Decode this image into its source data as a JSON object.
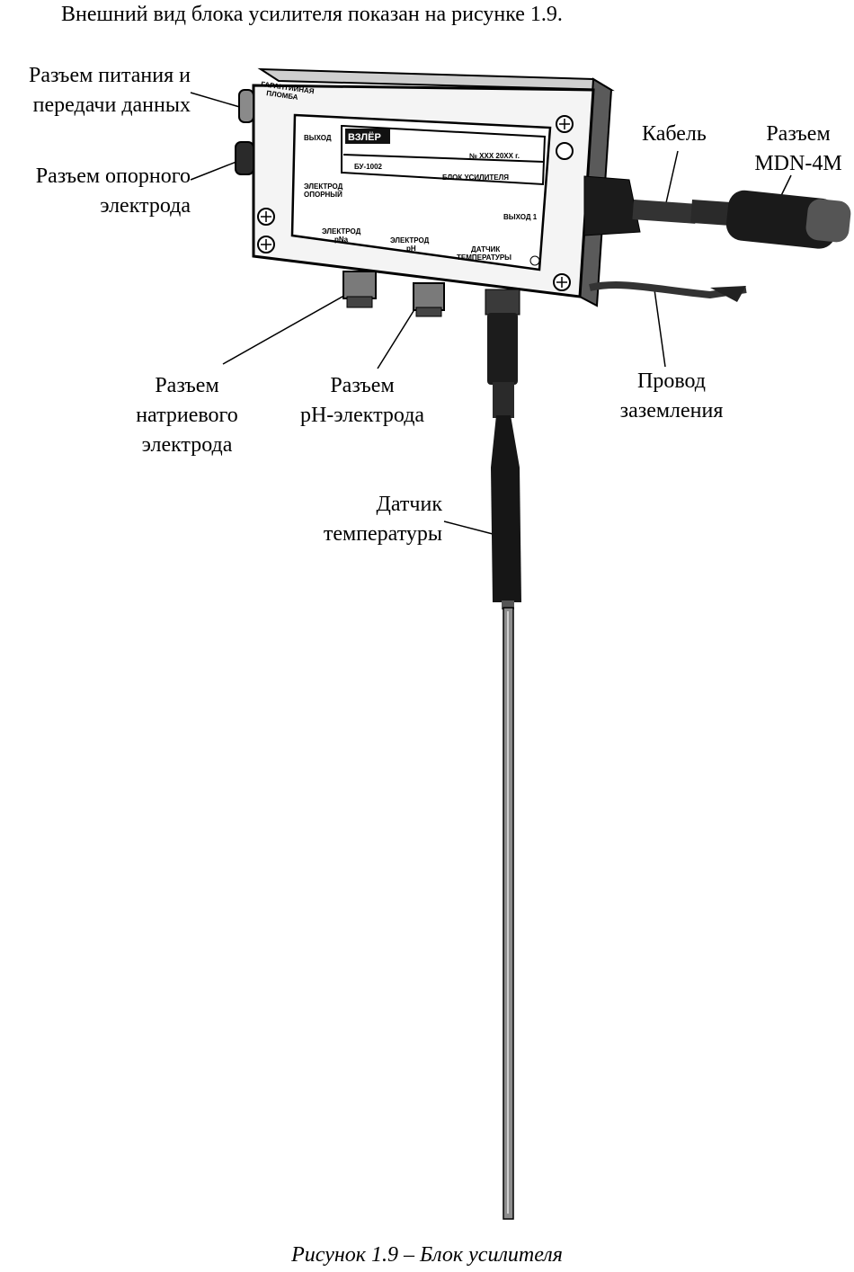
{
  "intro": "Внешний вид блока усилителя показан на рисунке 1.9.",
  "labels": {
    "power_connector": [
      "Разъем питания и",
      "передачи данных"
    ],
    "reference_connector": [
      "Разъем опорного",
      "электрода"
    ],
    "cable": "Кабель",
    "mdn_connector": [
      "Разъем",
      "MDN-4M"
    ],
    "sodium_connector": [
      "Разъем",
      "натриевого",
      "электрода"
    ],
    "ph_connector": [
      "Разъем",
      "pH-электрода"
    ],
    "ground_wire": [
      "Провод",
      "заземления"
    ],
    "temp_sensor": [
      "Датчик",
      "температуры"
    ]
  },
  "plate": {
    "seal": [
      "ГАРАНТИЙНАЯ",
      "ПЛОМБА"
    ],
    "output": "ВЫХОД",
    "brand": "ВЗЛЁР",
    "serial": "№ XXX  20XX г.",
    "model": "БУ-1002",
    "unit_name": "БЛОК УСИЛИТЕЛЯ",
    "reference": [
      "ЭЛЕКТРОД",
      "ОПОРНЫЙ"
    ],
    "output1": "ВЫХОД 1",
    "electrode_pna": [
      "ЭЛЕКТРОД",
      "pNa"
    ],
    "electrode_ph": [
      "ЭЛЕКТРОД",
      "pH"
    ],
    "temp_sensor": [
      "ДАТЧИК",
      "ТЕМПЕРАТУРЫ"
    ]
  },
  "caption": "Рисунок 1.9 – Блок усилителя"
}
